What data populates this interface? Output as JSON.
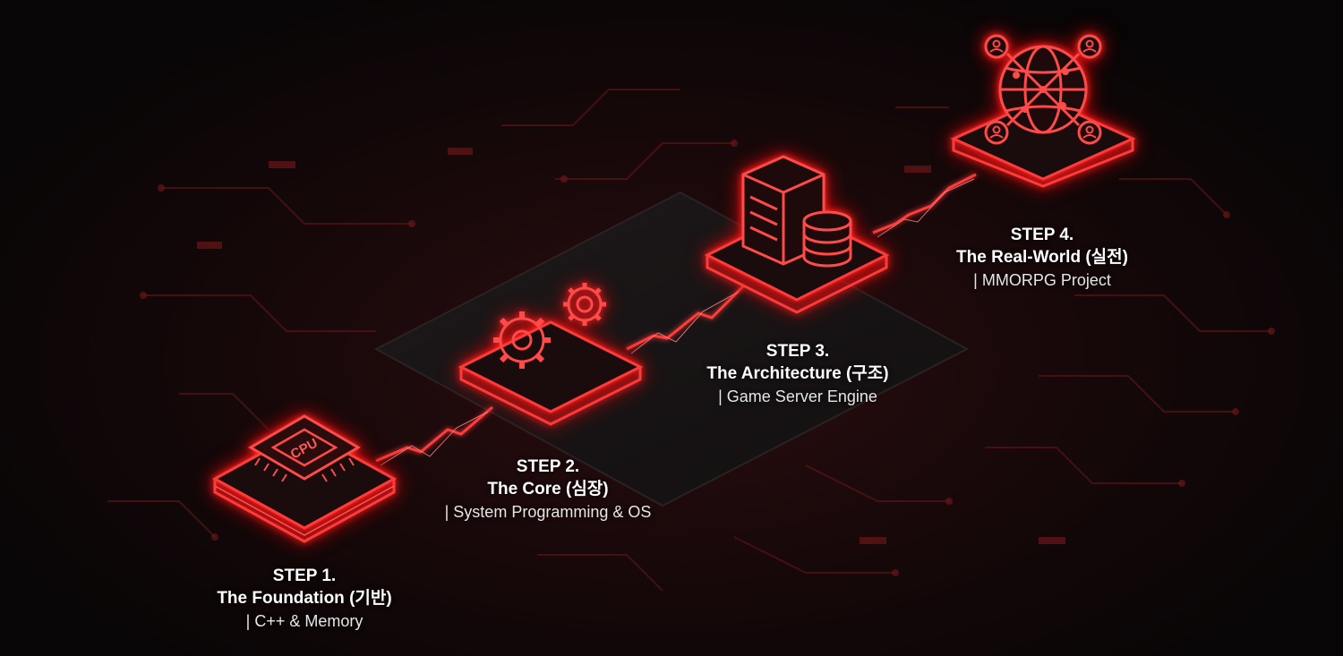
{
  "steps": [
    {
      "step": "STEP 1.",
      "title": "The Foundation (기반)",
      "sub": "| C++ & Memory",
      "icon": "cpu-chip-icon",
      "chip_text": "CPU"
    },
    {
      "step": "STEP 2.",
      "title": "The Core (심장)",
      "sub": "| System Programming & OS",
      "icon": "gears-icon"
    },
    {
      "step": "STEP 3.",
      "title": "The Architecture (구조)",
      "sub": "| Game Server Engine",
      "icon": "server-database-icon"
    },
    {
      "step": "STEP 4.",
      "title": "The Real-World (실전)",
      "sub": "| MMORPG Project",
      "icon": "globe-network-icon"
    }
  ],
  "colors": {
    "accent": "#ff2a2a",
    "glow": "#d40000",
    "background": "#0b0708",
    "text": "#ffffff"
  }
}
